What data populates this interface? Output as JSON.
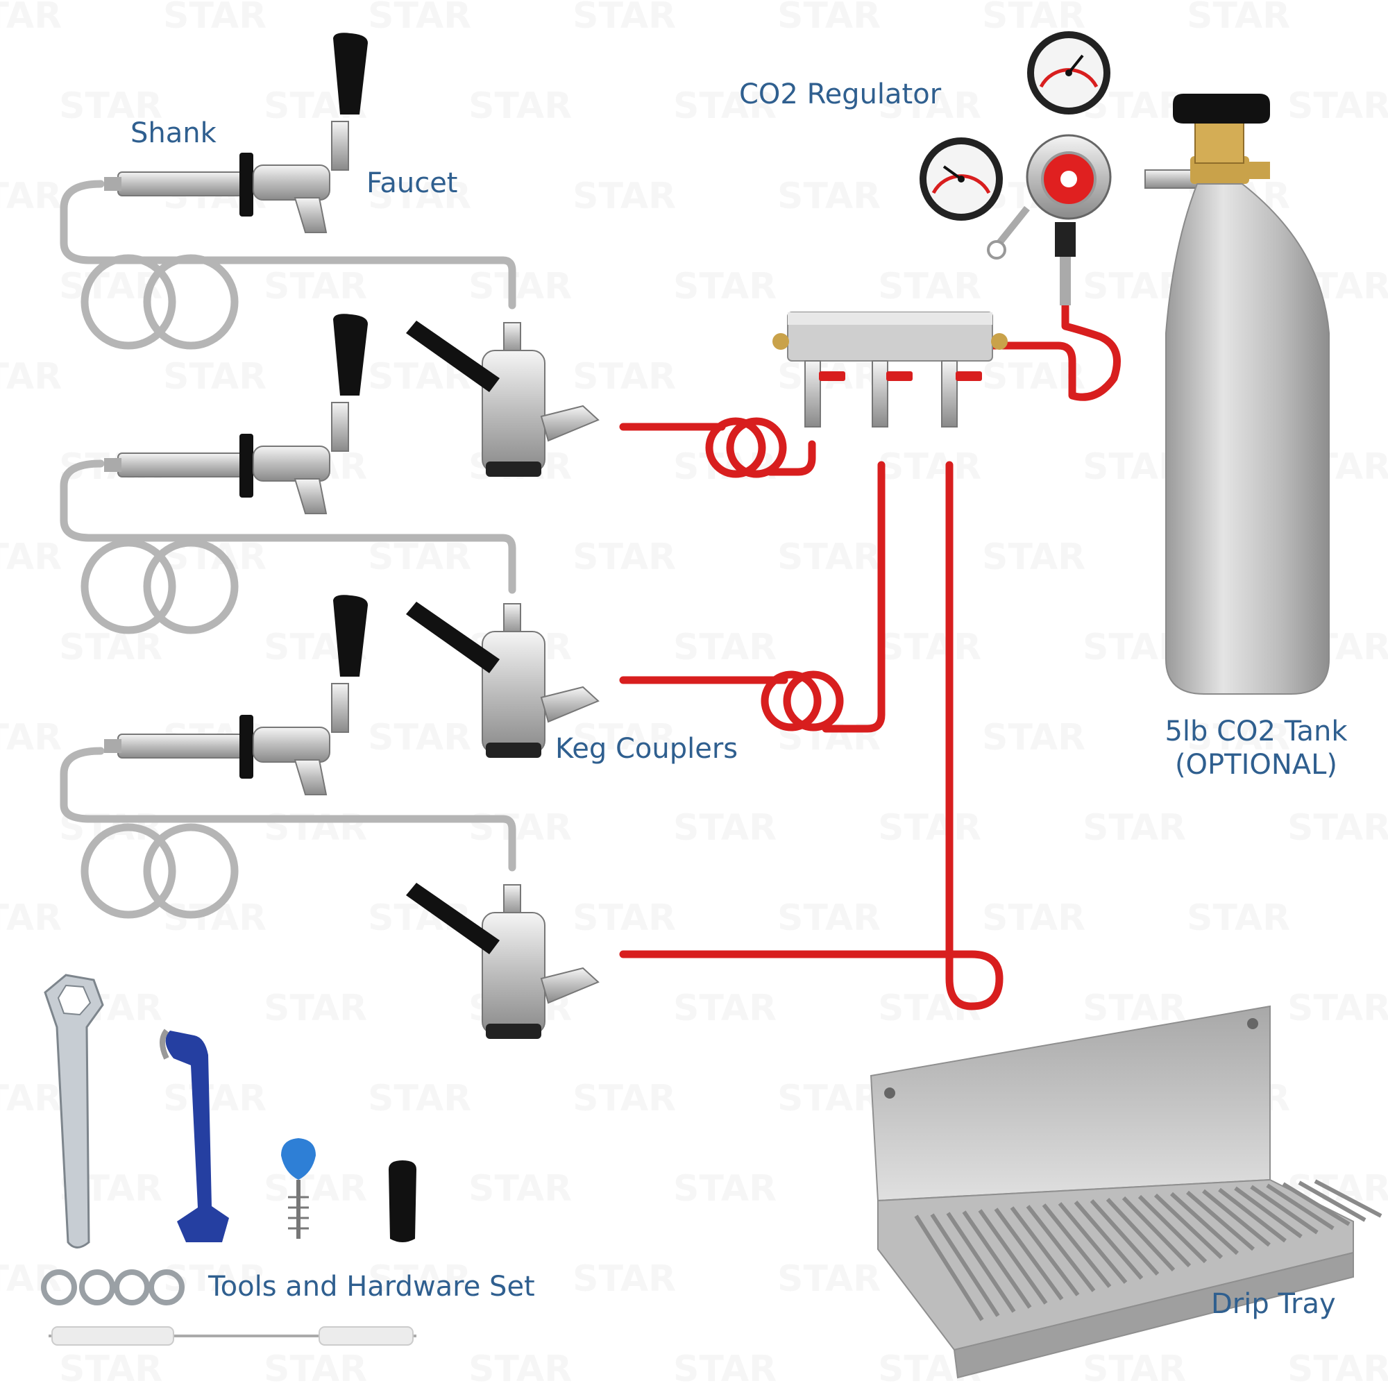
{
  "labels": {
    "shank": "Shank",
    "faucet": "Faucet",
    "co2_regulator": "CO2 Regulator",
    "keg_couplers": "Keg Couplers",
    "co2_tank_line1": "5lb CO2 Tank",
    "co2_tank_line2": "(OPTIONAL)",
    "tools_hardware": "Tools and Hardware Set",
    "drip_tray": "Drip Tray"
  },
  "watermark": "STAR",
  "colors": {
    "label_text": "#2f5f8f",
    "gas_line": "#d81e1e",
    "beer_line": "#b5b5b5",
    "chrome": "#d9d9d9",
    "handle": "#111111",
    "tank": "#c8c8c8",
    "tray": "#cfcfcf"
  }
}
